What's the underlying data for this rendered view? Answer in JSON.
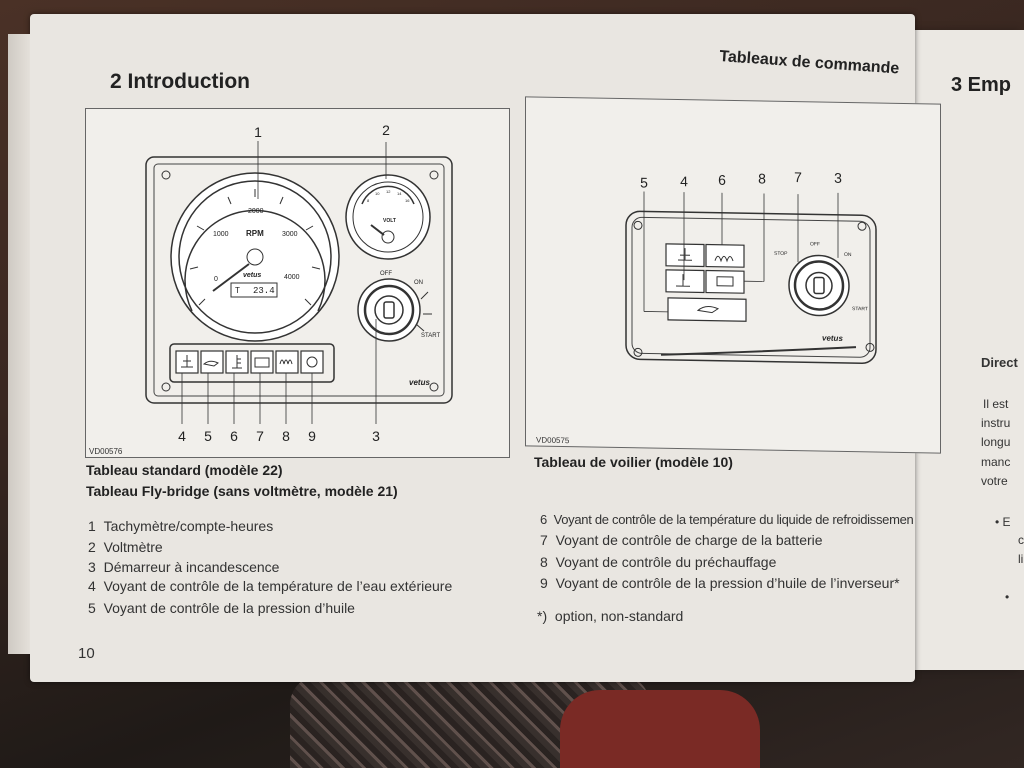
{
  "headers": {
    "left_title": "2 Introduction",
    "right_header": "Tableaux de commande",
    "next_page_title": "3 Emp"
  },
  "figure_left": {
    "code": "VD00576",
    "callouts_top": [
      "1",
      "2"
    ],
    "callouts_bottom": [
      "4",
      "5",
      "6",
      "7",
      "8",
      "9",
      "3"
    ],
    "tach_ticks": [
      "0",
      "1000",
      "2000",
      "3000",
      "4000"
    ],
    "tach_unit": "RPM",
    "brand": "vetus",
    "hour_label": "T",
    "hour_value": "23.4",
    "volt_label": "VOLT",
    "volt_ticks": [
      "8",
      "10",
      "12",
      "14",
      "16"
    ],
    "switch_labels": [
      "OFF",
      "ON",
      "START"
    ]
  },
  "figure_right": {
    "code": "VD00575",
    "callouts_top": [
      "5",
      "4",
      "6",
      "8",
      "7",
      "3"
    ],
    "switch_labels": [
      "STOP",
      "OFF",
      "ON",
      "START"
    ],
    "brand": "vetus"
  },
  "captions": {
    "left_line1": "Tableau standard (modèle 22)",
    "left_line2": "Tableau Fly-bridge (sans voltmètre, modèle 21)",
    "right": "Tableau de voilier (modèle 10)"
  },
  "list_left": [
    {
      "num": "1",
      "text": "Tachymètre/compte-heures"
    },
    {
      "num": "2",
      "text": "Voltmètre"
    },
    {
      "num": "3",
      "text": "Démarreur à incandescence"
    },
    {
      "num": "4",
      "text": "Voyant de contrôle de la température de l’eau extérieure"
    },
    {
      "num": "5",
      "text": "Voyant de contrôle de la pression d’huile"
    }
  ],
  "list_right": [
    {
      "num": "6",
      "text": "Voyant de contrôle de la température du liquide de refroidissemen"
    },
    {
      "num": "7",
      "text": "Voyant de contrôle de charge de la batterie"
    },
    {
      "num": "8",
      "text": "Voyant de contrôle du préchauffage"
    },
    {
      "num": "9",
      "text": "Voyant de contrôle de la pression d’huile de l’inverseur*"
    }
  ],
  "footnote": {
    "mark": "*)",
    "text": "option, non-standard"
  },
  "page_number": "10",
  "right_page": {
    "heading": "Direct",
    "lines": [
      "Il est",
      "instru",
      "longu",
      "manc",
      "votre"
    ],
    "bullets": [
      "• E",
      "c",
      "li",
      "•"
    ]
  }
}
